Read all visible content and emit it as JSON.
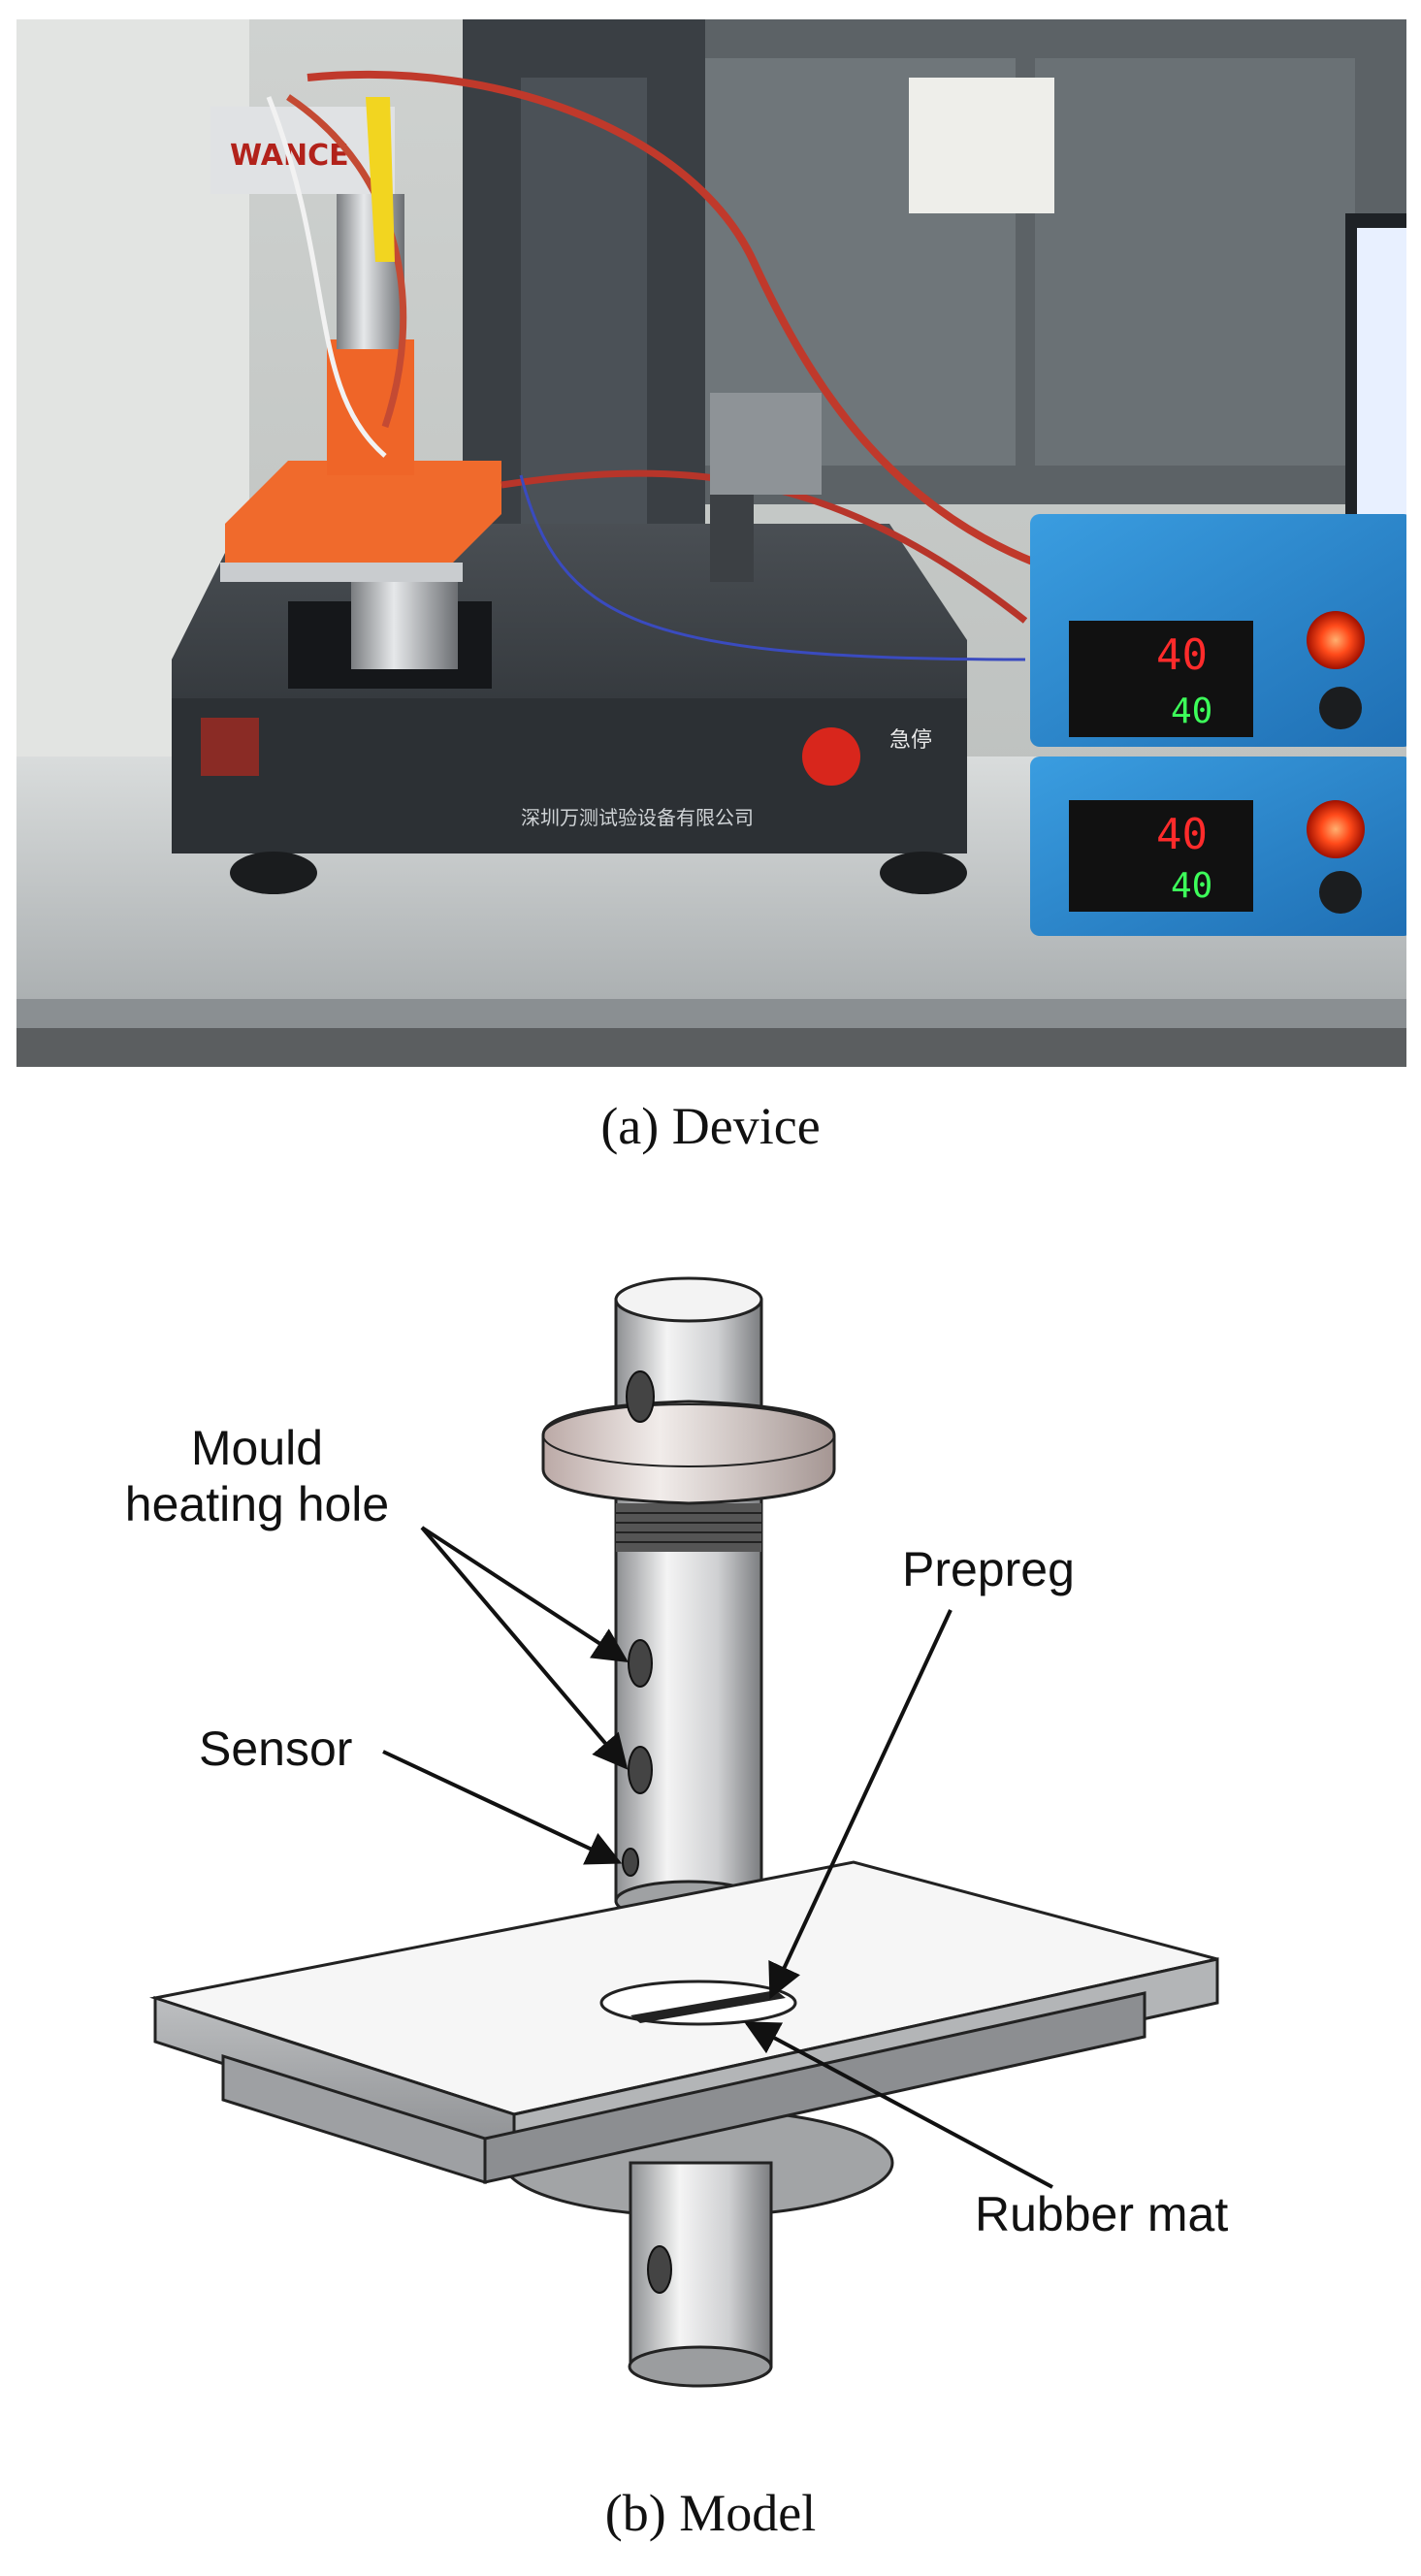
{
  "figure": {
    "panel_a": {
      "caption": "(a) Device",
      "logo_text": "WANCE",
      "machine_text": "深圳万测试验设备有限公司",
      "stop_label": "急停",
      "controller_top_reading": "40",
      "controller_top_setpoint": "40",
      "controller_bottom_reading": "40",
      "controller_bottom_setpoint": "40"
    },
    "panel_b": {
      "caption": "(b) Model",
      "labels": {
        "mould_line1": "Mould",
        "mould_line2": "heating hole",
        "sensor": "Sensor",
        "prepreg": "Prepreg",
        "rubber_mat": "Rubber mat"
      }
    }
  }
}
